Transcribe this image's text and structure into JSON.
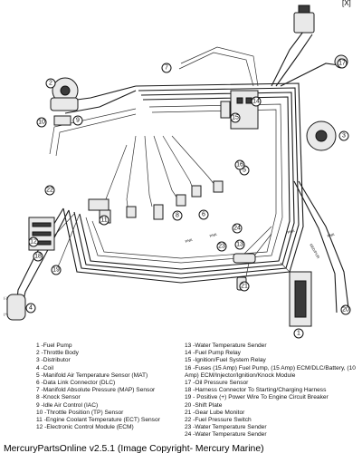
{
  "corner_mark": "[X]",
  "callout_numbers": [
    "1",
    "2",
    "3",
    "4",
    "5",
    "6",
    "7",
    "8",
    "9",
    "10",
    "11",
    "12",
    "13",
    "14",
    "15",
    "16",
    "17",
    "18",
    "19",
    "20",
    "21",
    "22",
    "23",
    "24"
  ],
  "wire_tags": [
    "PNK",
    "PNK",
    "PNK",
    "PNK",
    "RED/PUR"
  ],
  "small_tags": [
    "(-)",
    "(+)"
  ],
  "legend_left": [
    "1 -Fuel Pump",
    "2 -Throttle Body",
    "3 -Distributor",
    "4 -Coil",
    "5 -Manifold Air Temperature Sensor (MAT)",
    "6 -Data Link Connector (DLC)",
    "7 -Manifold Absolute Pressure (MAP) Sensor",
    "8 -Knock Sensor",
    "9 -Idle Air Control (IAC)",
    "10 -Throttle Position (TP) Sensor",
    "11 -Engine Coolant Temperature (ECT) Sensor",
    "12 -Electronic Control Module (ECM)"
  ],
  "legend_right": [
    "13 -Water Temperature Sender",
    "14 -Fuel Pump Relay",
    "15 -Ignition/Fuel System Relay",
    "16 -Fuses (15 Amp) Fuel Pump, (15 Amp) ECM/DLC/Battery, (10 Amp) ECM/Injector/Ignition/Knock Module",
    "17 -Oil Pressure Sensor",
    "18 -Harness Connector To Starting/Charging Harness",
    "19 - Positive (+) Power Wire To Engine Circuit Breaker",
    "20 -Shift Plate",
    "21 -Gear Lube Monitor",
    "22 -Fuel Pressure Switch",
    "23 -Water Temperature Sender",
    "24 -Water Temperature Sender"
  ],
  "copyright": "MercuryPartsOnline v2.5.1 (Image Copyright- Mercury Marine)"
}
